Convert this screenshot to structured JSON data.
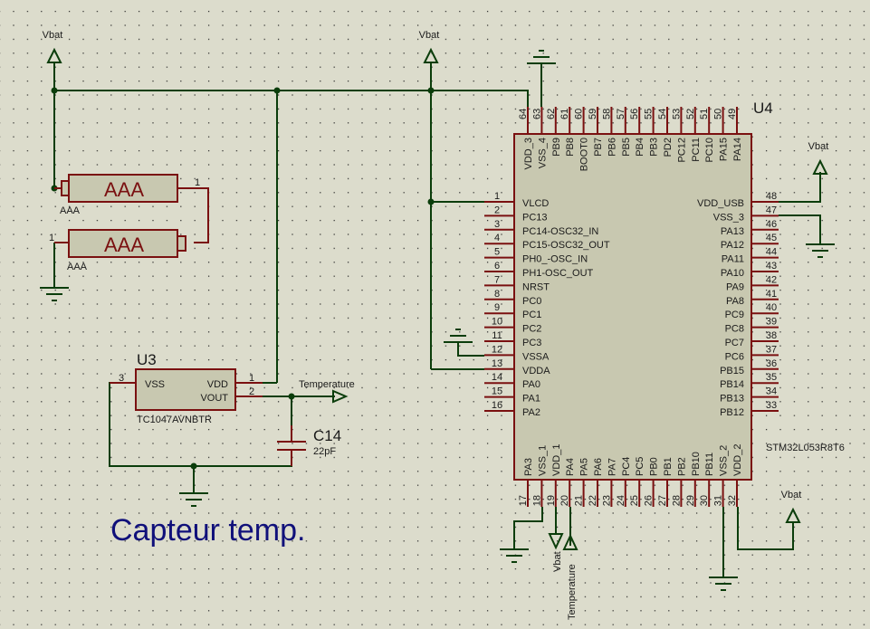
{
  "colors": {
    "background": "#dcdccc",
    "grid_dot": "#1a1a1a",
    "wire": "#0b3d0b",
    "component_outline": "#7a1010",
    "component_fill": "#c8c8b0",
    "text": "#1a1a1a",
    "title": "#10107a"
  },
  "title": "Capteur temp.",
  "power_labels": {
    "vbat_left": "Vbat",
    "vbat_mid": "Vbat",
    "vbat_right": "Vbat",
    "vbat_bottom_right": "Vbat",
    "vbat_pin19": "Vbat",
    "temperature_pin20": "Temperature"
  },
  "batteries": [
    {
      "label": "AAA",
      "ref": "AAA",
      "pin": "1"
    },
    {
      "label": "AAA",
      "ref": "AAA",
      "pin": "1"
    }
  ],
  "u3": {
    "ref": "U3",
    "part": "TC1047AVNBTR",
    "pins": {
      "vss": "VSS",
      "vdd": "VDD",
      "vout": "VOUT"
    },
    "pin_numbers": {
      "vss": "3",
      "vdd": "1",
      "vout": "2"
    },
    "net_label": "Temperature"
  },
  "c14": {
    "ref": "C14",
    "value": "22pF"
  },
  "u4": {
    "ref": "U4",
    "part": "STM32L053R8T6",
    "left_pins": [
      {
        "num": "1",
        "name": "VLCD"
      },
      {
        "num": "2",
        "name": "PC13"
      },
      {
        "num": "3",
        "name": "PC14-OSC32_IN"
      },
      {
        "num": "4",
        "name": "PC15-OSC32_OUT"
      },
      {
        "num": "5",
        "name": "PH0_-OSC_IN"
      },
      {
        "num": "6",
        "name": "PH1-OSC_OUT"
      },
      {
        "num": "7",
        "name": "NRST"
      },
      {
        "num": "8",
        "name": "PC0"
      },
      {
        "num": "9",
        "name": "PC1"
      },
      {
        "num": "10",
        "name": "PC2"
      },
      {
        "num": "11",
        "name": "PC3"
      },
      {
        "num": "12",
        "name": "VSSA"
      },
      {
        "num": "13",
        "name": "VDDA"
      },
      {
        "num": "14",
        "name": "PA0"
      },
      {
        "num": "15",
        "name": "PA1"
      },
      {
        "num": "16",
        "name": "PA2"
      }
    ],
    "right_pins": [
      {
        "num": "48",
        "name": "VDD_USB"
      },
      {
        "num": "47",
        "name": "VSS_3"
      },
      {
        "num": "46",
        "name": "PA13"
      },
      {
        "num": "45",
        "name": "PA12"
      },
      {
        "num": "44",
        "name": "PA11"
      },
      {
        "num": "43",
        "name": "PA10"
      },
      {
        "num": "42",
        "name": "PA9"
      },
      {
        "num": "41",
        "name": "PA8"
      },
      {
        "num": "40",
        "name": "PC9"
      },
      {
        "num": "39",
        "name": "PC8"
      },
      {
        "num": "38",
        "name": "PC7"
      },
      {
        "num": "37",
        "name": "PC6"
      },
      {
        "num": "36",
        "name": "PB15"
      },
      {
        "num": "35",
        "name": "PB14"
      },
      {
        "num": "34",
        "name": "PB13"
      },
      {
        "num": "33",
        "name": "PB12"
      }
    ],
    "top_pins": [
      {
        "num": "64",
        "name": "VDD_3"
      },
      {
        "num": "63",
        "name": "VSS_4"
      },
      {
        "num": "62",
        "name": "PB9"
      },
      {
        "num": "61",
        "name": "PB8"
      },
      {
        "num": "60",
        "name": "BOOT0"
      },
      {
        "num": "59",
        "name": "PB7"
      },
      {
        "num": "58",
        "name": "PB6"
      },
      {
        "num": "57",
        "name": "PB5"
      },
      {
        "num": "56",
        "name": "PB4"
      },
      {
        "num": "55",
        "name": "PB3"
      },
      {
        "num": "54",
        "name": "PD2"
      },
      {
        "num": "53",
        "name": "PC12"
      },
      {
        "num": "52",
        "name": "PC11"
      },
      {
        "num": "51",
        "name": "PC10"
      },
      {
        "num": "50",
        "name": "PA15"
      },
      {
        "num": "49",
        "name": "PA14"
      }
    ],
    "bottom_pins": [
      {
        "num": "17",
        "name": "PA3"
      },
      {
        "num": "18",
        "name": "VSS_1"
      },
      {
        "num": "19",
        "name": "VDD_1"
      },
      {
        "num": "20",
        "name": "PA4"
      },
      {
        "num": "21",
        "name": "PA5"
      },
      {
        "num": "22",
        "name": "PA6"
      },
      {
        "num": "23",
        "name": "PA7"
      },
      {
        "num": "24",
        "name": "PC4"
      },
      {
        "num": "25",
        "name": "PC5"
      },
      {
        "num": "26",
        "name": "PB0"
      },
      {
        "num": "27",
        "name": "PB1"
      },
      {
        "num": "28",
        "name": "PB2"
      },
      {
        "num": "29",
        "name": "PB10"
      },
      {
        "num": "30",
        "name": "PB11"
      },
      {
        "num": "31",
        "name": "VSS_2"
      },
      {
        "num": "32",
        "name": "VDD_2"
      }
    ]
  }
}
